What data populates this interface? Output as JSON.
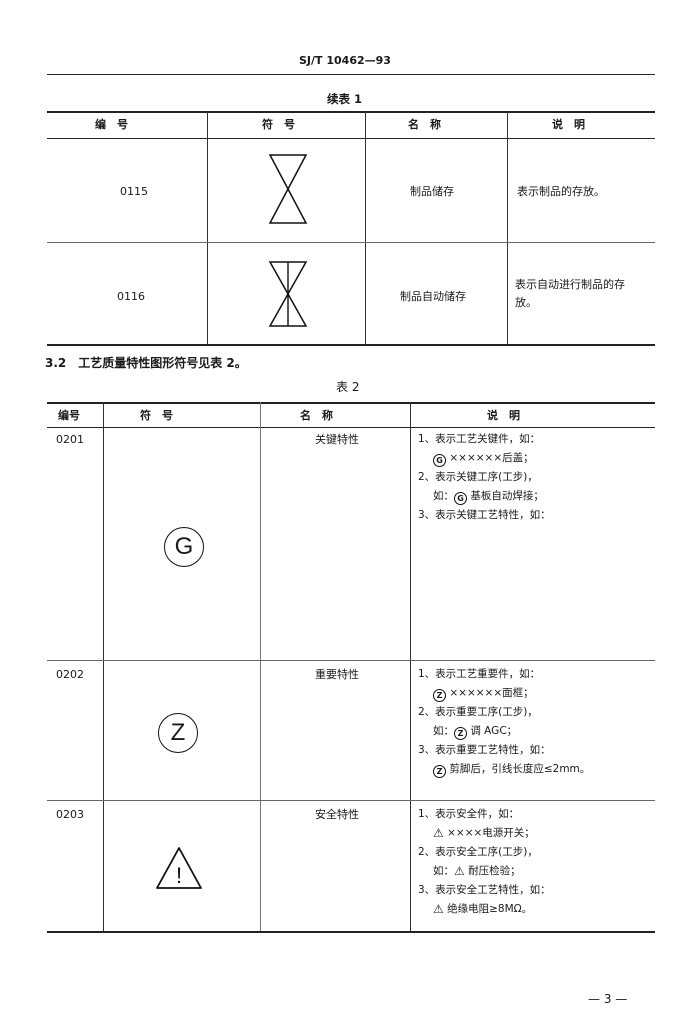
{
  "header": {
    "code": "SJ/T 10462—93"
  },
  "table1": {
    "title": "续表 1",
    "headers": [
      "编　号",
      "符　号",
      "名　称",
      "说　明"
    ],
    "rows": [
      {
        "no": "0115",
        "name": "制品储存",
        "desc": "表示制品的存放。"
      },
      {
        "no": "0116",
        "name": "制品自动储存",
        "desc": "表示自动进行制品的存放。"
      }
    ]
  },
  "section": {
    "heading": "3.2　工艺质量特性图形符号见表 2。"
  },
  "table2": {
    "title": "表 2",
    "headers": [
      "编号",
      "符　号",
      "名　称",
      "说　明"
    ],
    "rows": [
      {
        "no": "0201",
        "symbol": "G",
        "name": "关键特性",
        "l1": "1、表示工艺关键件，如：",
        "l2": "××××××后盖；",
        "l3": "2、表示关键工序(工步)，",
        "l4a": "如：",
        "l4b": "基板自动焊接；",
        "l5": "3、表示关键工艺特性，如："
      },
      {
        "no": "0202",
        "symbol": "Z",
        "name": "重要特性",
        "l1": "1、表示工艺重要件，如：",
        "l2": "××××××面框；",
        "l3": "2、表示重要工序(工步)，",
        "l4a": "如：",
        "l4b": "调 AGC；",
        "l5": "3、表示重要工艺特性，如：",
        "l6": "剪脚后，引线长度应≤2mm。"
      },
      {
        "no": "0203",
        "symbol": "!",
        "name": "安全特性",
        "l1": "1、表示安全件，如：",
        "l2": "××××电源开关；",
        "l3": "2、表示安全工序(工步)，",
        "l4a": "如：",
        "l4b": "耐压检验；",
        "l5": "3、表示安全工艺特性，如：",
        "l6": "绝缘电阻≥8MΩ。"
      }
    ]
  },
  "footer": {
    "page": "— 3 —"
  }
}
